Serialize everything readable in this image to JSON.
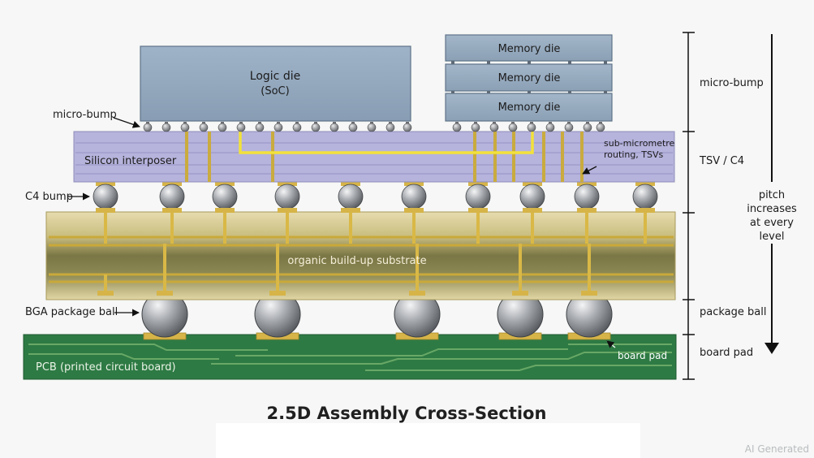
{
  "diagram": {
    "title": "2.5D Assembly Cross-Section",
    "watermark": "AI Generated",
    "blocks": {
      "logic_die_line1": "Logic die",
      "logic_die_line2": "(SoC)",
      "memory_dies": [
        "Memory die",
        "Memory die",
        "Memory die"
      ],
      "interposer": "Silicon interposer",
      "substrate": "organic build-up substrate",
      "pcb": "PCB (printed circuit board)"
    },
    "callouts": {
      "micro_bump": "micro-bump",
      "c4_bump": "C4 bump",
      "bga_ball": "BGA package ball",
      "routing_line1": "sub-micrometre",
      "routing_line2": "routing, TSVs",
      "board_pad": "board pad"
    },
    "scale_levels": [
      "micro-bump",
      "TSV / C4",
      "package ball",
      "board pad"
    ],
    "pitch_note": [
      "pitch",
      "increases",
      "at every",
      "level"
    ],
    "colors": {
      "die": "#93a9bf",
      "interposer": "#b6b3dc",
      "substrate": "#c8bc7c",
      "substrate_dark": "#7c7a45",
      "pcb": "#2e7a44",
      "copper": "#d6b448",
      "solder": "#9a9da2",
      "route": "#f2e23a"
    }
  }
}
